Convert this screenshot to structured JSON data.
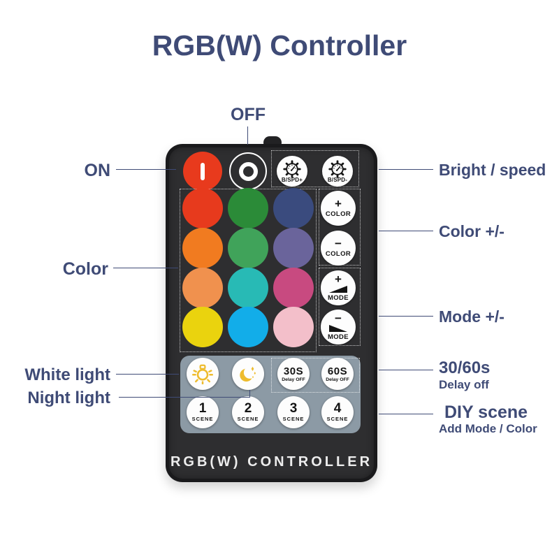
{
  "title": "RGB(W) Controller",
  "colors": {
    "label_navy": "#3f4b76",
    "remote_body": "#2e2e30",
    "remote_edge": "#1a1a1c",
    "panel_gray": "#8c9aa5",
    "icon_gold": "#eebc2e",
    "power_red": "#e83a1d",
    "grid": [
      {
        "name": "red",
        "hex": "#e73a1d"
      },
      {
        "name": "green",
        "hex": "#2b8b38"
      },
      {
        "name": "navy-blue",
        "hex": "#3a4b7e"
      },
      {
        "name": "orange",
        "hex": "#f17b20"
      },
      {
        "name": "jade-green",
        "hex": "#40a35a"
      },
      {
        "name": "slate-purple",
        "hex": "#6a649b"
      },
      {
        "name": "salmon-orange",
        "hex": "#f0914e"
      },
      {
        "name": "teal",
        "hex": "#28bab5"
      },
      {
        "name": "rose-magenta",
        "hex": "#c84a80"
      },
      {
        "name": "yellow",
        "hex": "#ead30e"
      },
      {
        "name": "azure-cyan",
        "hex": "#12ade9"
      },
      {
        "name": "light-pink",
        "hex": "#f3bfca"
      }
    ]
  },
  "annotations": {
    "off": "OFF",
    "on": "ON",
    "color": "Color",
    "white_light": "White light",
    "night_light": "Night light",
    "bright_speed": "Bright / speed",
    "color_pm": "Color +/-",
    "mode_pm": "Mode +/-",
    "delay_title": "30/60s",
    "delay_sub": "Delay off",
    "diy_title": "DIY scene",
    "diy_sub": "Add Mode / Color"
  },
  "remote": {
    "bspd_plus": "B/SPD+",
    "bspd_minus": "B/SPD-",
    "color_up": {
      "sign": "+",
      "label": "COLOR"
    },
    "color_down": {
      "sign": "−",
      "label": "COLOR"
    },
    "mode_up": {
      "sign": "+",
      "label": "MODE"
    },
    "mode_down": {
      "sign": "−",
      "label": "MODE"
    },
    "delay_30": {
      "time": "30S",
      "label": "Delay OFF"
    },
    "delay_60": {
      "time": "60S",
      "label": "Delay OFF"
    },
    "scenes": [
      {
        "num": "1",
        "label": "SCENE"
      },
      {
        "num": "2",
        "label": "SCENE"
      },
      {
        "num": "3",
        "label": "SCENE"
      },
      {
        "num": "4",
        "label": "SCENE"
      }
    ],
    "footer": "RGB(W) CONTROLLER"
  }
}
